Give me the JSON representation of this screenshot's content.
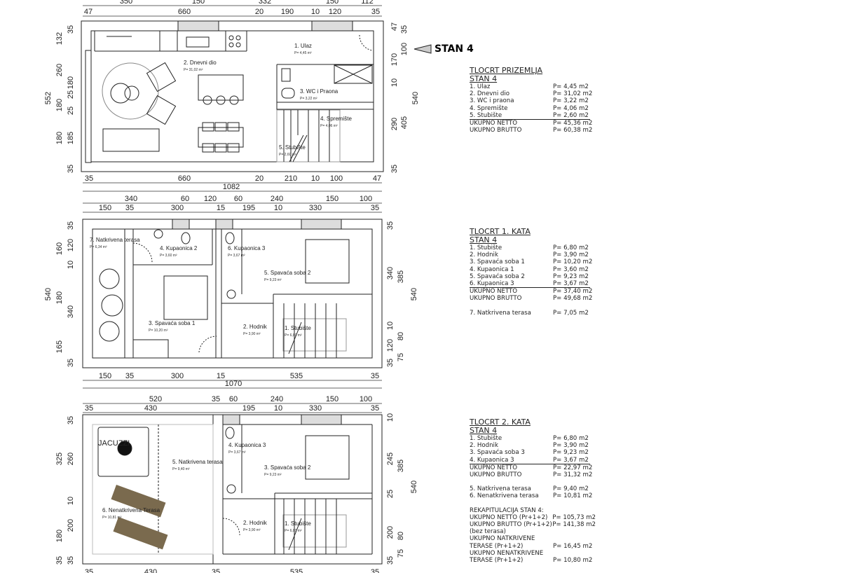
{
  "marker": {
    "label": "STAN 4",
    "icon": "section-arrow-icon"
  },
  "plans": [
    {
      "name": "ground-floor",
      "dims": {
        "top1": [
          "350",
          "150",
          "332",
          "150",
          "112"
        ],
        "top2": [
          "47",
          "660",
          "20",
          "190",
          "10",
          "120",
          "35"
        ],
        "bottom1": [
          "35",
          "660",
          "20",
          "210",
          "10",
          "100",
          "47"
        ],
        "bottom2": [
          "1082"
        ],
        "left1": [
          "552"
        ],
        "left2": [
          "132",
          "260",
          "180",
          "180"
        ],
        "left3": [
          "35",
          "180",
          "25",
          "25",
          "185",
          "35"
        ],
        "right1": [
          "47",
          "170",
          "10",
          "290",
          "35"
        ],
        "right2": [
          "35",
          "100",
          "405"
        ],
        "right3": [
          "540"
        ]
      },
      "rooms": [
        [
          "1. Ulaz",
          "P= 4,45 m²"
        ],
        [
          "2. Dnevni dio",
          "P= 31,02 m²"
        ],
        [
          "3. WC i Praona",
          "P= 3,22 m²"
        ],
        [
          "4. Spremište",
          "P= 4,06 m²"
        ],
        [
          "5. Stubište",
          "P= 2,60 m²"
        ]
      ]
    },
    {
      "name": "first-floor",
      "dims": {
        "top1": [
          "340",
          "60",
          "120",
          "60",
          "240",
          "150",
          "100"
        ],
        "top2": [
          "150",
          "35",
          "300",
          "15",
          "195",
          "10",
          "330",
          "35"
        ],
        "bottom1": [
          "150",
          "35",
          "300",
          "15",
          "535",
          "35"
        ],
        "bottom2": [
          "1070"
        ],
        "left1": [
          "540"
        ],
        "left2": [
          "160",
          "180",
          "165"
        ],
        "left3": [
          "35",
          "120",
          "10",
          "340",
          "35"
        ],
        "right1": [
          "35",
          "340",
          "10",
          "120",
          "35"
        ],
        "right2": [
          "385",
          "80",
          "75"
        ],
        "right3": [
          "540"
        ]
      },
      "rooms": [
        [
          "7. Natkrivena terasa",
          "P= 6,34 m²"
        ],
        [
          "4. Kupaonica 2",
          "P= 3,60 m²"
        ],
        [
          "6. Kupaonica 3",
          "P= 3,67 m²"
        ],
        [
          "5. Spavaća soba 2",
          "P= 9,23 m²"
        ],
        [
          "3. Spavaća soba 1",
          "P= 10,20 m²"
        ],
        [
          "2. Hodnik",
          "P= 3,90 m²"
        ],
        [
          "1. Stubište",
          "P= 6,80 m²"
        ]
      ]
    },
    {
      "name": "second-floor",
      "dims": {
        "top1": [
          "520",
          "35",
          "60",
          "240",
          "150",
          "100"
        ],
        "top2": [
          "35",
          "430",
          "195",
          "10",
          "330",
          "35"
        ],
        "bottom1": [
          "35",
          "430",
          "35",
          "535",
          "35"
        ],
        "left2": [
          "325",
          "180",
          "35"
        ],
        "left3": [
          "35",
          "260",
          "10",
          "200",
          "35"
        ],
        "right1": [
          "10",
          "245",
          "25",
          "200",
          "35"
        ],
        "right2": [
          "385",
          "80",
          "75"
        ],
        "right3": [
          "540"
        ]
      },
      "rooms": [
        [
          "JACUZZI",
          ""
        ],
        [
          "4. Kupaonica 3",
          "P= 3,67 m²"
        ],
        [
          "5. Natkrivena terasa",
          "P= 9,40 m²"
        ],
        [
          "3. Spavaća soba 2",
          "P= 9,23 m²"
        ],
        [
          "6. Nenatkrivena Terasa",
          "P= 10,81 m²"
        ],
        [
          "2. Hodnik",
          "P= 3,90 m²"
        ],
        [
          "1. Stubište",
          "P= 6,80 m²"
        ]
      ]
    }
  ],
  "tables": [
    {
      "title": "TLOCRT PRIZEMLJA",
      "subtitle": "STAN 4",
      "rows": [
        {
          "n": "1. Ulaz",
          "v": "P= 4,45 m2"
        },
        {
          "n": "2. Dnevni dio",
          "v": "P= 31,02 m2"
        },
        {
          "n": "3. WC i praona",
          "v": "P= 3,22 m2"
        },
        {
          "n": "4. Spremište",
          "v": "P= 4,06 m2"
        },
        {
          "n": "5. Stubište",
          "v": "P= 2,60 m2"
        },
        {
          "n": "UKUPNO NETTO",
          "v": "P= 45,36 m2"
        },
        {
          "n": "UKUPNO BRUTTO",
          "v": "P= 60,38 m2"
        }
      ]
    },
    {
      "title": "TLOCRT 1. KATA",
      "subtitle": "STAN 4",
      "rows": [
        {
          "n": "1. Stubište",
          "v": "P= 6,80 m2"
        },
        {
          "n": "2. Hodnik",
          "v": "P= 3,90 m2"
        },
        {
          "n": "3. Spavaća soba 1",
          "v": "P= 10,20 m2"
        },
        {
          "n": "4. Kupaonica 1",
          "v": "P= 3,60 m2"
        },
        {
          "n": "5. Spavaća soba 2",
          "v": "P= 9,23 m2"
        },
        {
          "n": "6. Kupaonica 3",
          "v": "P= 3,67 m2"
        },
        {
          "n": "UKUPNO NETTO",
          "v": "P= 37,40 m2"
        },
        {
          "n": "UKUPNO BRUTTO",
          "v": "P= 49,68 m2"
        },
        {
          "n": "7. Natkrivena terasa",
          "v": "P= 7,05 m2"
        }
      ]
    },
    {
      "title": "TLOCRT 2. KATA",
      "subtitle": "STAN 4",
      "rows": [
        {
          "n": "1. Stubište",
          "v": "P= 6,80 m2"
        },
        {
          "n": "2. Hodnik",
          "v": "P= 3,90 m2"
        },
        {
          "n": "3. Spavaća soba 3",
          "v": "P= 9,23 m2"
        },
        {
          "n": "4. Kupaonica 3",
          "v": "P= 3,67 m2"
        },
        {
          "n": "UKUPNO NETTO",
          "v": "P= 22,97 m2"
        },
        {
          "n": "UKUPNO BRUTTO",
          "v": "P= 31,32 m2"
        },
        {
          "n": "5. Natkrivena terasa",
          "v": "P= 9,40 m2"
        },
        {
          "n": "6. Nenatkrivena terasa",
          "v": "P= 10,81 m2"
        },
        {
          "n": "REKAPITULACIJA STAN 4:",
          "v": ""
        },
        {
          "n": "UKUPNO NETTO (Pr+1+2)",
          "v": "P= 105,73 m2"
        },
        {
          "n": "UKUPNO BRUTTO (Pr+1+2)",
          "v": "P= 141,38 m2"
        },
        {
          "n": "(bez terasa)",
          "v": ""
        },
        {
          "n": "UKUPNO NATKRIVENE",
          "v": ""
        },
        {
          "n": "TERASE (Pr+1+2)",
          "v": "P= 16,45 m2"
        },
        {
          "n": "UKUPNO NENATKRIVENE",
          "v": ""
        },
        {
          "n": "TERASE (Pr+1+2)",
          "v": "P= 10,80 m2"
        }
      ]
    }
  ]
}
